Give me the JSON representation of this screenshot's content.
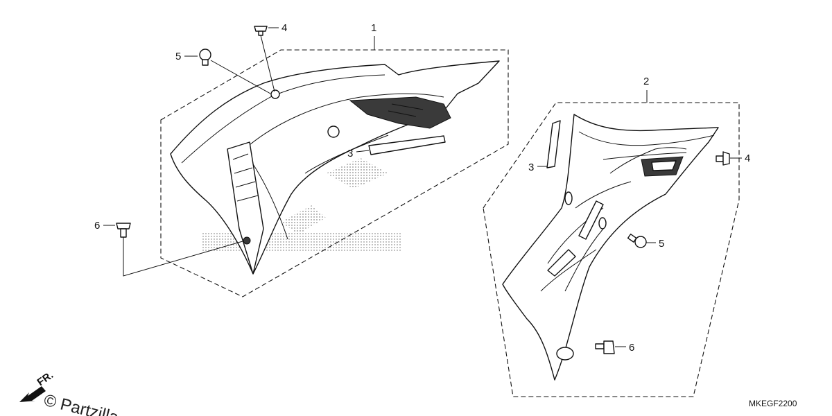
{
  "callouts": {
    "c1": "1",
    "c2": "2",
    "c3a": "3",
    "c3b": "3",
    "c4a": "4",
    "c4b": "4",
    "c5a": "5",
    "c5b": "5",
    "c6a": "6",
    "c6b": "6"
  },
  "direction_label": "FR.",
  "diagram_code": "MKEGF2200",
  "watermark": "© Partzilla"
}
